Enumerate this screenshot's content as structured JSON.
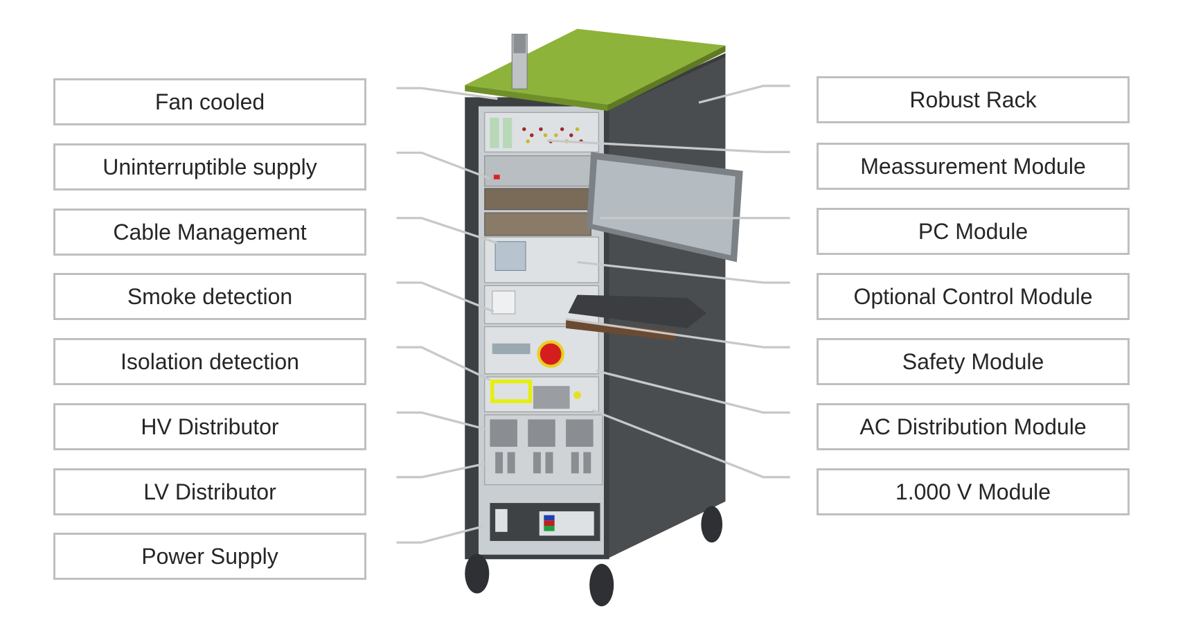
{
  "left_labels": [
    "Fan cooled",
    "Uninterruptible supply",
    "Cable Management",
    "Smoke detection",
    "Isolation detection",
    "HV Distributor",
    "LV Distributor",
    "Power Supply"
  ],
  "right_labels": [
    "Robust Rack",
    "Meassurement Module",
    "PC Module",
    "Optional Control Module",
    "Safety Module",
    "AC Distribution Module",
    "1.000 V Module"
  ],
  "colors": {
    "box_border": "#bfbfbf",
    "leader": "#c8c8c8",
    "rack_top": "#8db33a",
    "rack_body": "#4a4d50",
    "panel": "#d9dde0"
  }
}
